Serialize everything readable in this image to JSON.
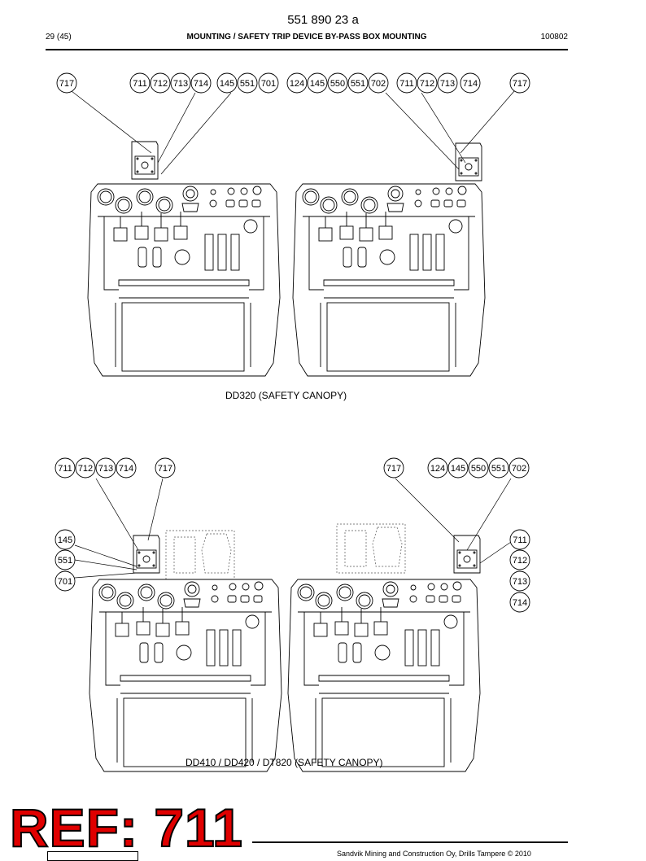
{
  "header": {
    "doc_number": "551 890 23 a",
    "page": "29 (45)",
    "title": "MOUNTING / SAFETY TRIP DEVICE BY-PASS BOX MOUNTING",
    "code": "100802"
  },
  "captions": {
    "top": "DD320  (SAFETY CANOPY)",
    "bottom": "DD410 / DD420 / DT820  (SAFETY CANOPY)"
  },
  "callouts": {
    "top_row": [
      "717",
      "711",
      "712",
      "713",
      "714",
      "145",
      "551",
      "701",
      "124",
      "145",
      "550",
      "551",
      "702",
      "711",
      "712",
      "713",
      "714",
      "717"
    ],
    "bottom_row": [
      "711",
      "712",
      "713",
      "714",
      "717",
      "717",
      "124",
      "145",
      "550",
      "551",
      "702"
    ],
    "bottom_left_column": [
      "145",
      "551",
      "701"
    ],
    "bottom_right_column": [
      "711",
      "712",
      "713",
      "714"
    ]
  },
  "footer": {
    "text": "Sandvik Mining and Construction Oy, Drills Tampere © 2010"
  },
  "stamp": {
    "text": "REF: 711",
    "color": "#e00000"
  }
}
